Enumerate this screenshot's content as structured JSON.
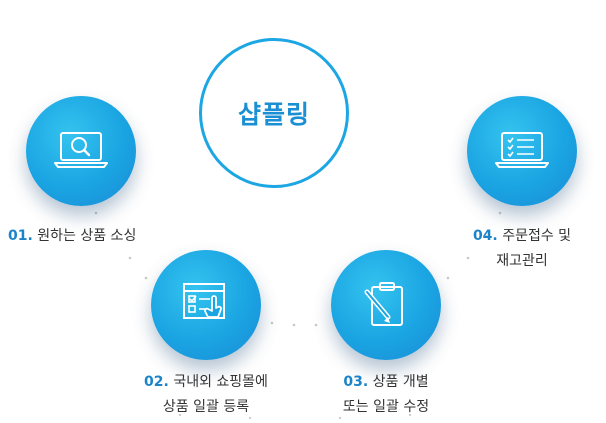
{
  "hub": {
    "title": "샵플링"
  },
  "steps": [
    {
      "num": "01.",
      "line1": "원하는 상품 소싱",
      "line2": "",
      "icon": "laptop-search-icon"
    },
    {
      "num": "02.",
      "line1": "국내외 쇼핑몰에",
      "line2": "상품 일괄 등록",
      "icon": "browser-checklist-hand-icon"
    },
    {
      "num": "03.",
      "line1": "상품 개별",
      "line2": "또는 일괄 수정",
      "icon": "clipboard-pencil-icon"
    },
    {
      "num": "04.",
      "line1": "주문접수 및",
      "line2": "재고관리",
      "icon": "laptop-checklist-icon"
    }
  ],
  "colors": {
    "accent": "#1ca6e3",
    "number": "#1b84c9",
    "text": "#333333"
  }
}
